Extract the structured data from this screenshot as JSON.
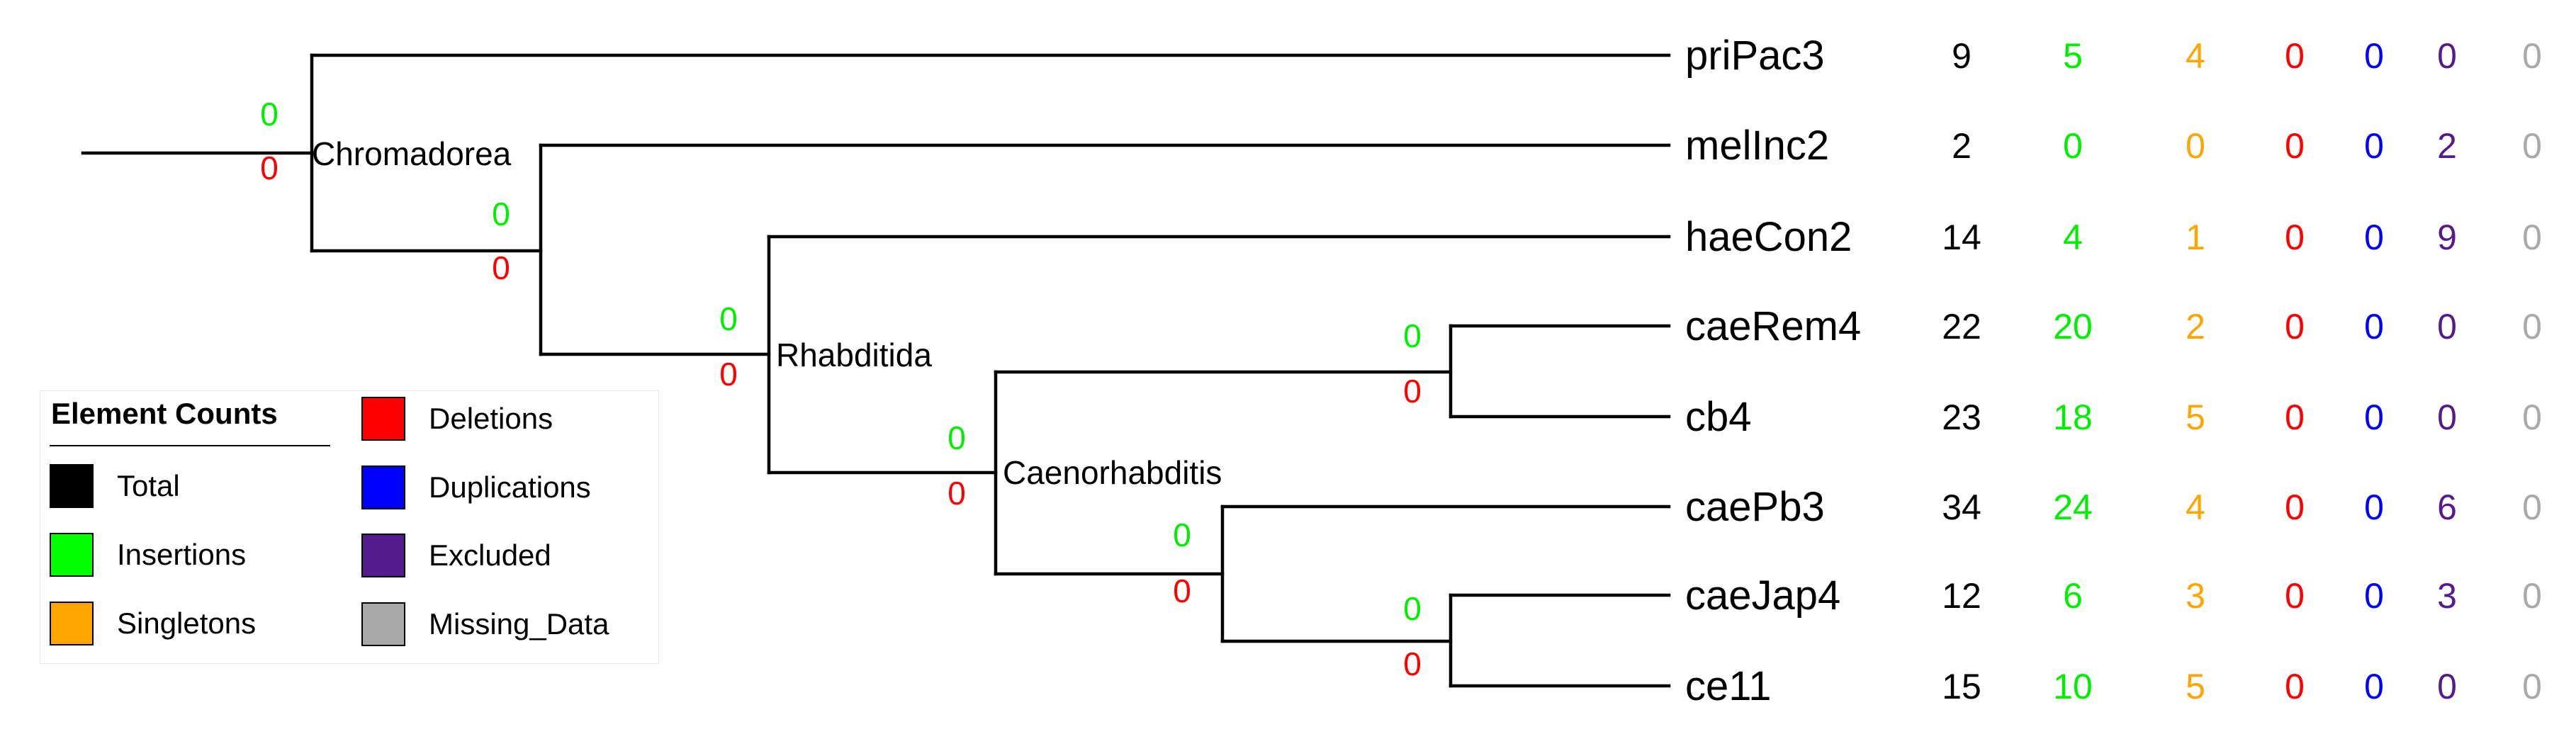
{
  "tree": {
    "clade_labels": [
      "Chromadorea",
      "Rhabditida",
      "Caenorhabditis"
    ],
    "branch_values": [
      {
        "top": "0",
        "bottom": "0"
      },
      {
        "top": "0",
        "bottom": "0"
      },
      {
        "top": "0",
        "bottom": "0"
      },
      {
        "top": "0",
        "bottom": "0"
      },
      {
        "top": "0",
        "bottom": "0"
      },
      {
        "top": "0",
        "bottom": "0"
      },
      {
        "top": "0",
        "bottom": "0"
      }
    ],
    "taxa": [
      {
        "name": "priPac3",
        "counts": [
          "9",
          "5",
          "4",
          "0",
          "0",
          "0",
          "0"
        ]
      },
      {
        "name": "melInc2",
        "counts": [
          "2",
          "0",
          "0",
          "0",
          "0",
          "2",
          "0"
        ]
      },
      {
        "name": "haeCon2",
        "counts": [
          "14",
          "4",
          "1",
          "0",
          "0",
          "9",
          "0"
        ]
      },
      {
        "name": "caeRem4",
        "counts": [
          "22",
          "20",
          "2",
          "0",
          "0",
          "0",
          "0"
        ]
      },
      {
        "name": "cb4",
        "counts": [
          "23",
          "18",
          "5",
          "0",
          "0",
          "0",
          "0"
        ]
      },
      {
        "name": "caePb3",
        "counts": [
          "34",
          "24",
          "4",
          "0",
          "0",
          "6",
          "0"
        ]
      },
      {
        "name": "caeJap4",
        "counts": [
          "12",
          "6",
          "3",
          "0",
          "0",
          "3",
          "0"
        ]
      },
      {
        "name": "ce11",
        "counts": [
          "15",
          "10",
          "5",
          "0",
          "0",
          "0",
          "0"
        ]
      }
    ]
  },
  "count_colors": [
    "#000000",
    "#00ee00",
    "#ffa500",
    "#ff0000",
    "#0000ff",
    "#551a8b",
    "#a9a9a9"
  ],
  "branch_value_colors": {
    "top": "#00ee00",
    "bottom": "#ff0000"
  },
  "legend": {
    "title": "Element Counts",
    "items": [
      {
        "label": "Total",
        "color": "#000000",
        "icon": "total-swatch-icon"
      },
      {
        "label": "Insertions",
        "color": "#00ff00",
        "icon": "insertions-swatch-icon"
      },
      {
        "label": "Singletons",
        "color": "#ffa500",
        "icon": "singletons-swatch-icon"
      },
      {
        "label": "Deletions",
        "color": "#ff0000",
        "icon": "deletions-swatch-icon"
      },
      {
        "label": "Duplications",
        "color": "#0000ff",
        "icon": "duplications-swatch-icon"
      },
      {
        "label": "Excluded",
        "color": "#551a8b",
        "icon": "excluded-swatch-icon"
      },
      {
        "label": "Missing_Data",
        "color": "#a9a9a9",
        "icon": "missing-data-swatch-icon"
      }
    ]
  }
}
